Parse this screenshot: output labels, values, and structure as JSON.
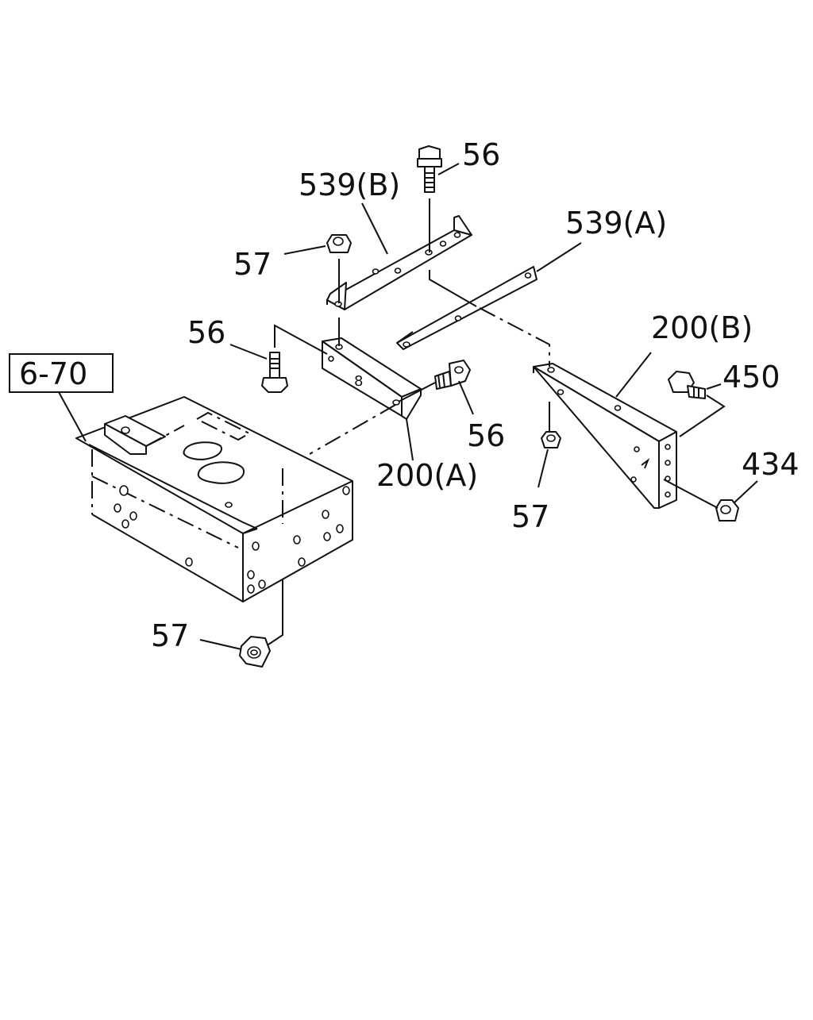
{
  "callouts": {
    "bolt_top": "56",
    "bracket_539b": "539(B)",
    "bracket_539a": "539(A)",
    "nut_57_top": "57",
    "bolt_56_left": "56",
    "bracket_200b": "200(B)",
    "bolt_450": "450",
    "ref_6_70": "6-70",
    "bolt_56_mid": "56",
    "bracket_200a": "200(A)",
    "nut_57_mid": "57",
    "nut_434": "434",
    "nut_57_bottom": "57"
  },
  "colors": {
    "line": "#111111",
    "background": "#ffffff"
  }
}
